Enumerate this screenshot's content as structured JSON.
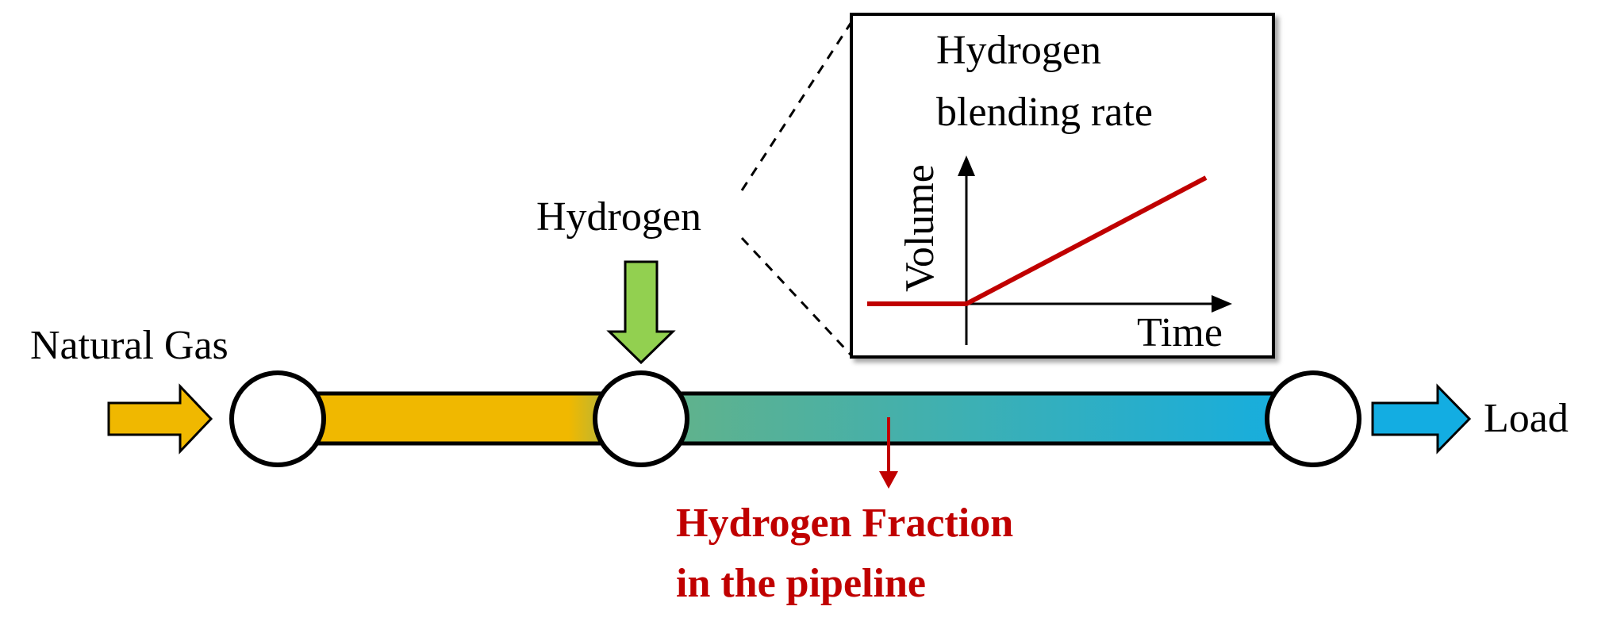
{
  "labels": {
    "natural_gas": "Natural Gas",
    "hydrogen": "Hydrogen",
    "load": "Load",
    "fraction_line1": "Hydrogen Fraction",
    "fraction_line2": "in the pipeline"
  },
  "inset": {
    "title_line1": "Hydrogen",
    "title_line2": "blending rate",
    "y_axis_label": "Volume",
    "x_axis_label": "Time"
  },
  "colors": {
    "natural_gas": "#F0B800",
    "hydrogen_arrow": "#92D050",
    "load": "#13ADE2",
    "mid_pipe": "#62B28A",
    "highlight": "#C00000"
  }
}
